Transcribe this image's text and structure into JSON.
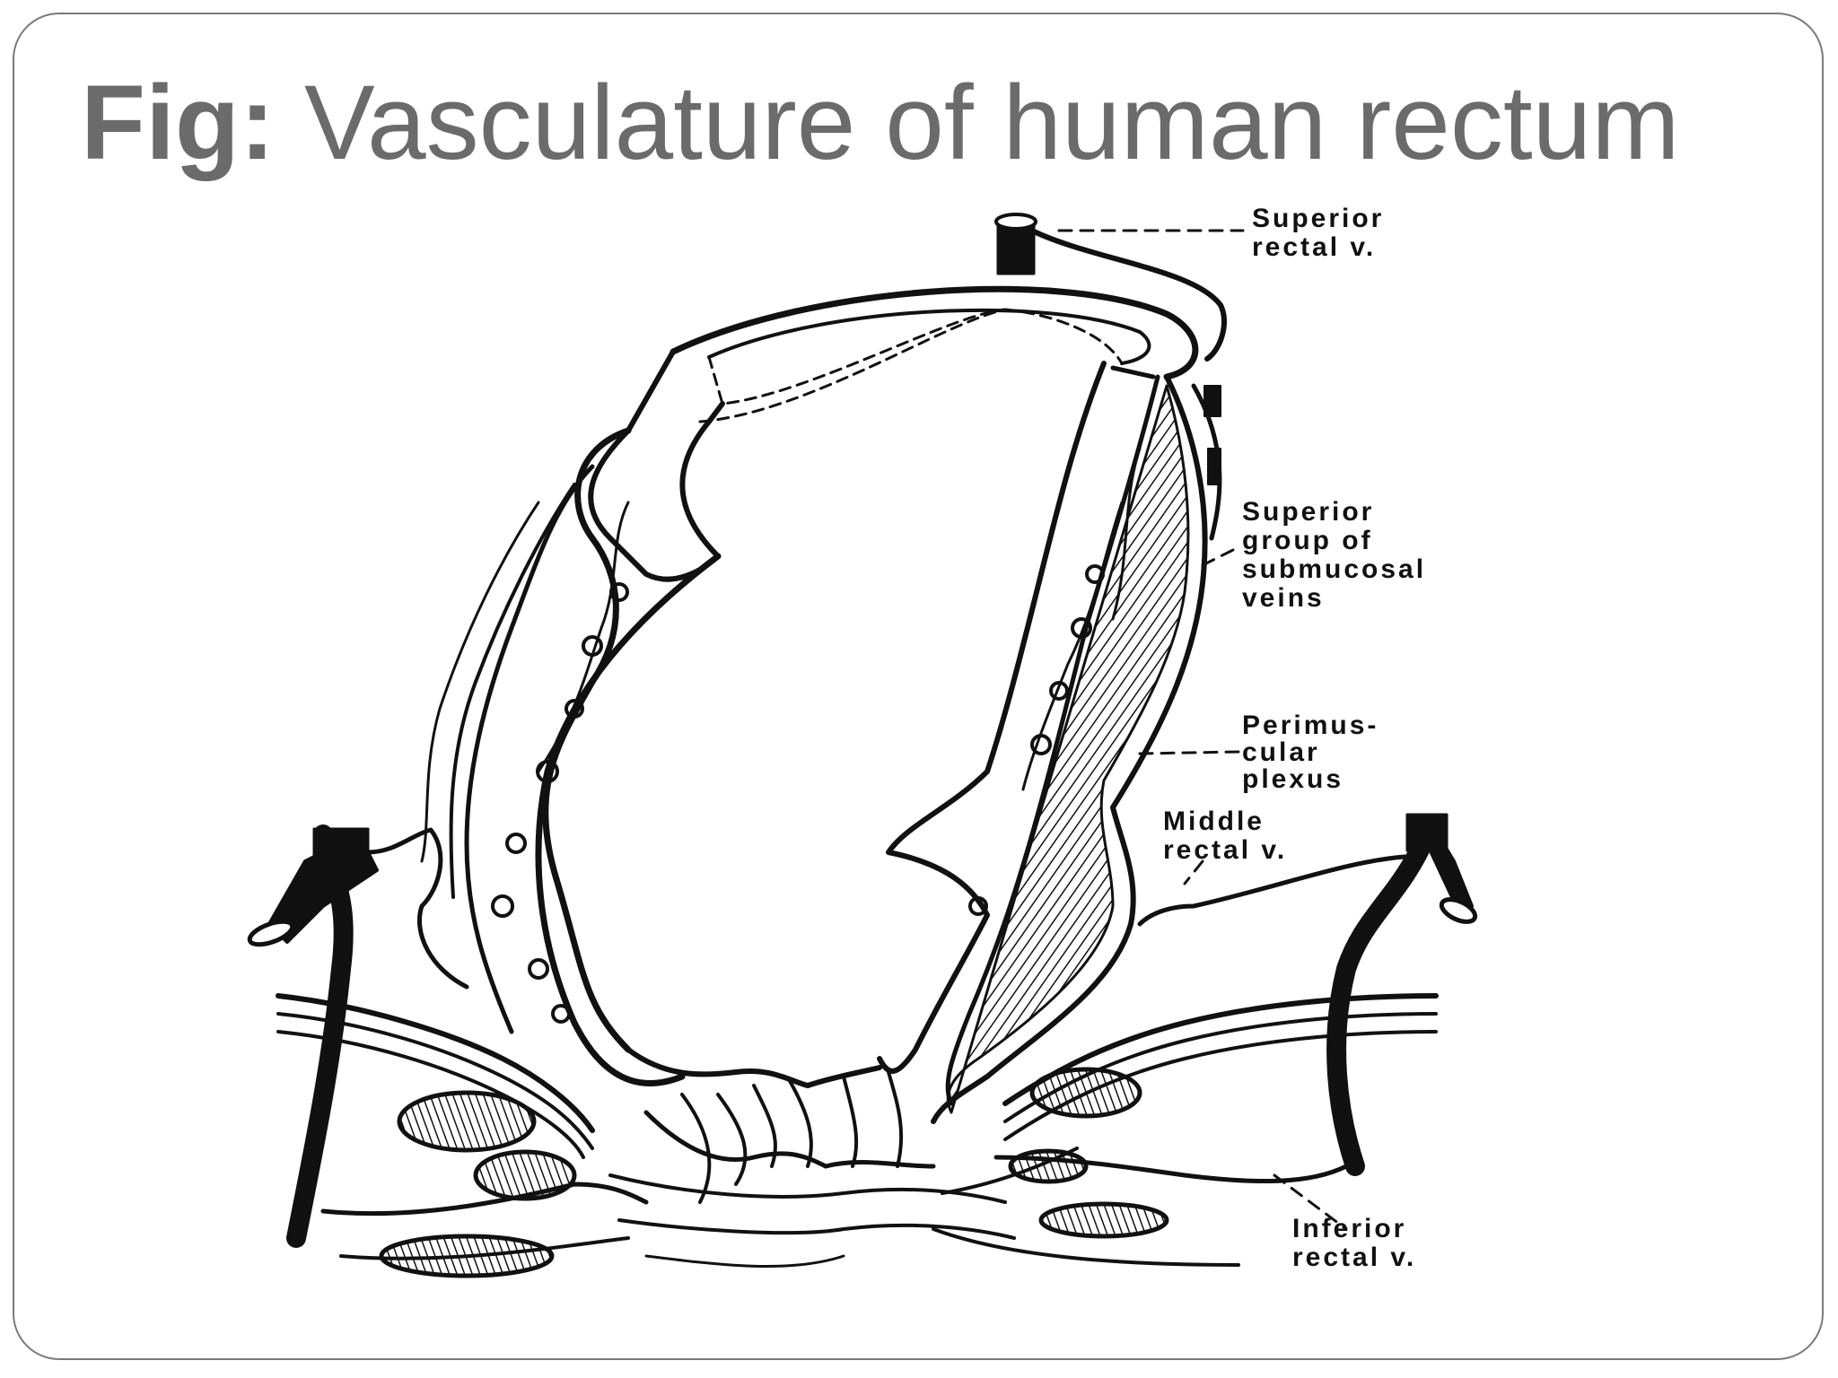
{
  "slide": {
    "title_prefix": "Fig:",
    "title_text": "Vasculature of human rectum"
  },
  "labels": {
    "superior_rectal_v_1": "Superior",
    "superior_rectal_v_2": "rectal v.",
    "submucosal_1": "Superior",
    "submucosal_2": "group of",
    "submucosal_3": "submucosal",
    "submucosal_4": "veins",
    "perimuscular_1": "Perimus-",
    "perimuscular_2": "cular",
    "perimuscular_3": "plexus",
    "middle_rectal_1": "Middle",
    "middle_rectal_2": "rectal v.",
    "inferior_rectal_1": "Inferior",
    "inferior_rectal_2": "rectal v."
  },
  "colors": {
    "title": "#6b6b6b",
    "ink": "#111111",
    "frame": "#7a7a7a"
  }
}
